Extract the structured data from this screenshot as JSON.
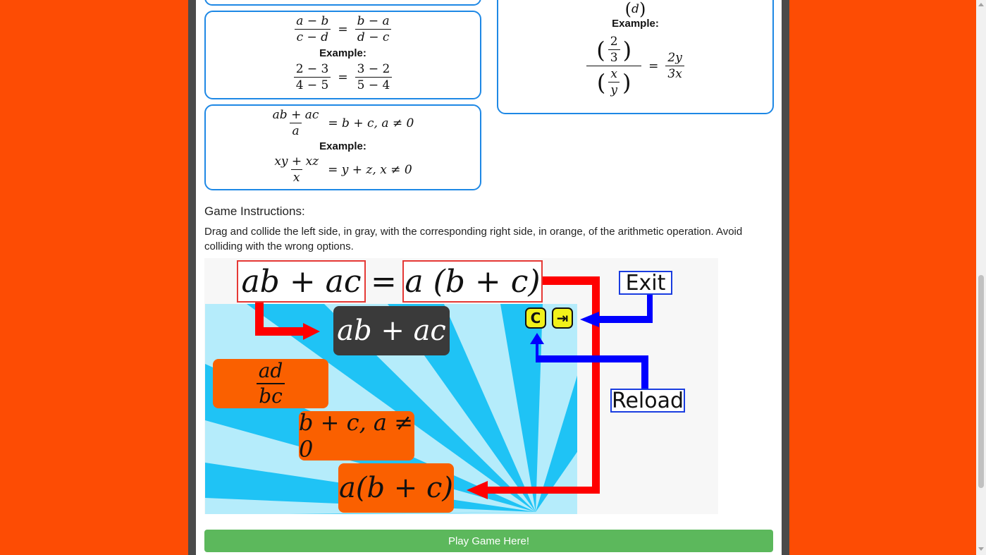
{
  "formulas": {
    "card1": {
      "lhs_num": "a − b",
      "lhs_den": "c − d",
      "eq": "=",
      "rhs_num": "b − a",
      "rhs_den": "d − c",
      "example_label": "Example:",
      "ex_lhs_num": "2 − 3",
      "ex_lhs_den": "4 − 5",
      "ex_rhs_num": "3 − 2",
      "ex_rhs_den": "5 − 4"
    },
    "card2": {
      "lhs_num": "ab + ac",
      "lhs_den": "a",
      "rhs": "= b + c, a ≠ 0",
      "example_label": "Example:",
      "ex_lhs_num": "xy + xz",
      "ex_lhs_den": "x",
      "ex_rhs": "= y + z, x ≠ 0"
    },
    "card3": {
      "top_partial": "d",
      "example_label": "Example:",
      "inner_top_num": "2",
      "inner_top_den": "3",
      "inner_bottom_num": "x",
      "inner_bottom_den": "y",
      "eq": "=",
      "rhs_num": "2y",
      "rhs_den": "3x"
    }
  },
  "instructions": {
    "heading": "Game Instructions:",
    "text": "Drag and collide the left side, in gray, with the corresponding right side, in orange, of the arithmetic operation. Avoid colliding with the wrong options."
  },
  "game": {
    "eq_left": "ab + ac",
    "eq_sign": "=",
    "eq_right": "a (b + c)",
    "gray_tile": "ab + ac",
    "orange_tiles": [
      {
        "num": "ad",
        "den": "bc"
      },
      {
        "text": "b + c, a ≠ 0"
      },
      {
        "text": "a(b + c)"
      }
    ],
    "exit_label": "Exit",
    "reload_label": "Reload",
    "reload_icon": "C",
    "exit_icon": "⇥",
    "colors": {
      "arrow_red": "#ff0000",
      "arrow_blue": "#0000ff",
      "sky_light": "#b5ecfb",
      "sky_dark": "#1fc3f5"
    }
  },
  "play_button": "Play Game Here!"
}
